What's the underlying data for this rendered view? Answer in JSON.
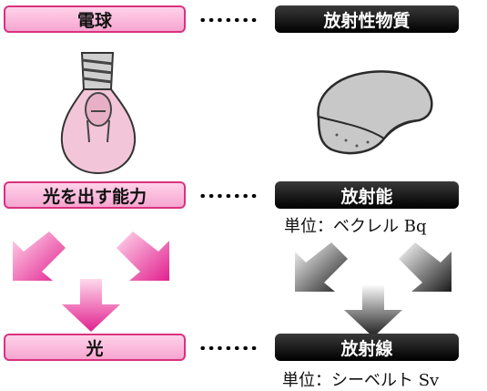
{
  "rows": [
    {
      "left": "電球",
      "right": "放射性物質"
    },
    {
      "left": "光を出す能力",
      "right": "放射能",
      "unit": "単位：ベクレル Bq"
    },
    {
      "left": "光",
      "right": "放射線",
      "unit": "単位：シーベルト Sv"
    }
  ],
  "colors": {
    "pink": "#e6339a",
    "pink_light": "#ffd2ea",
    "black": "#000000"
  },
  "icons": [
    "light-bulb-icon",
    "rock-icon"
  ]
}
